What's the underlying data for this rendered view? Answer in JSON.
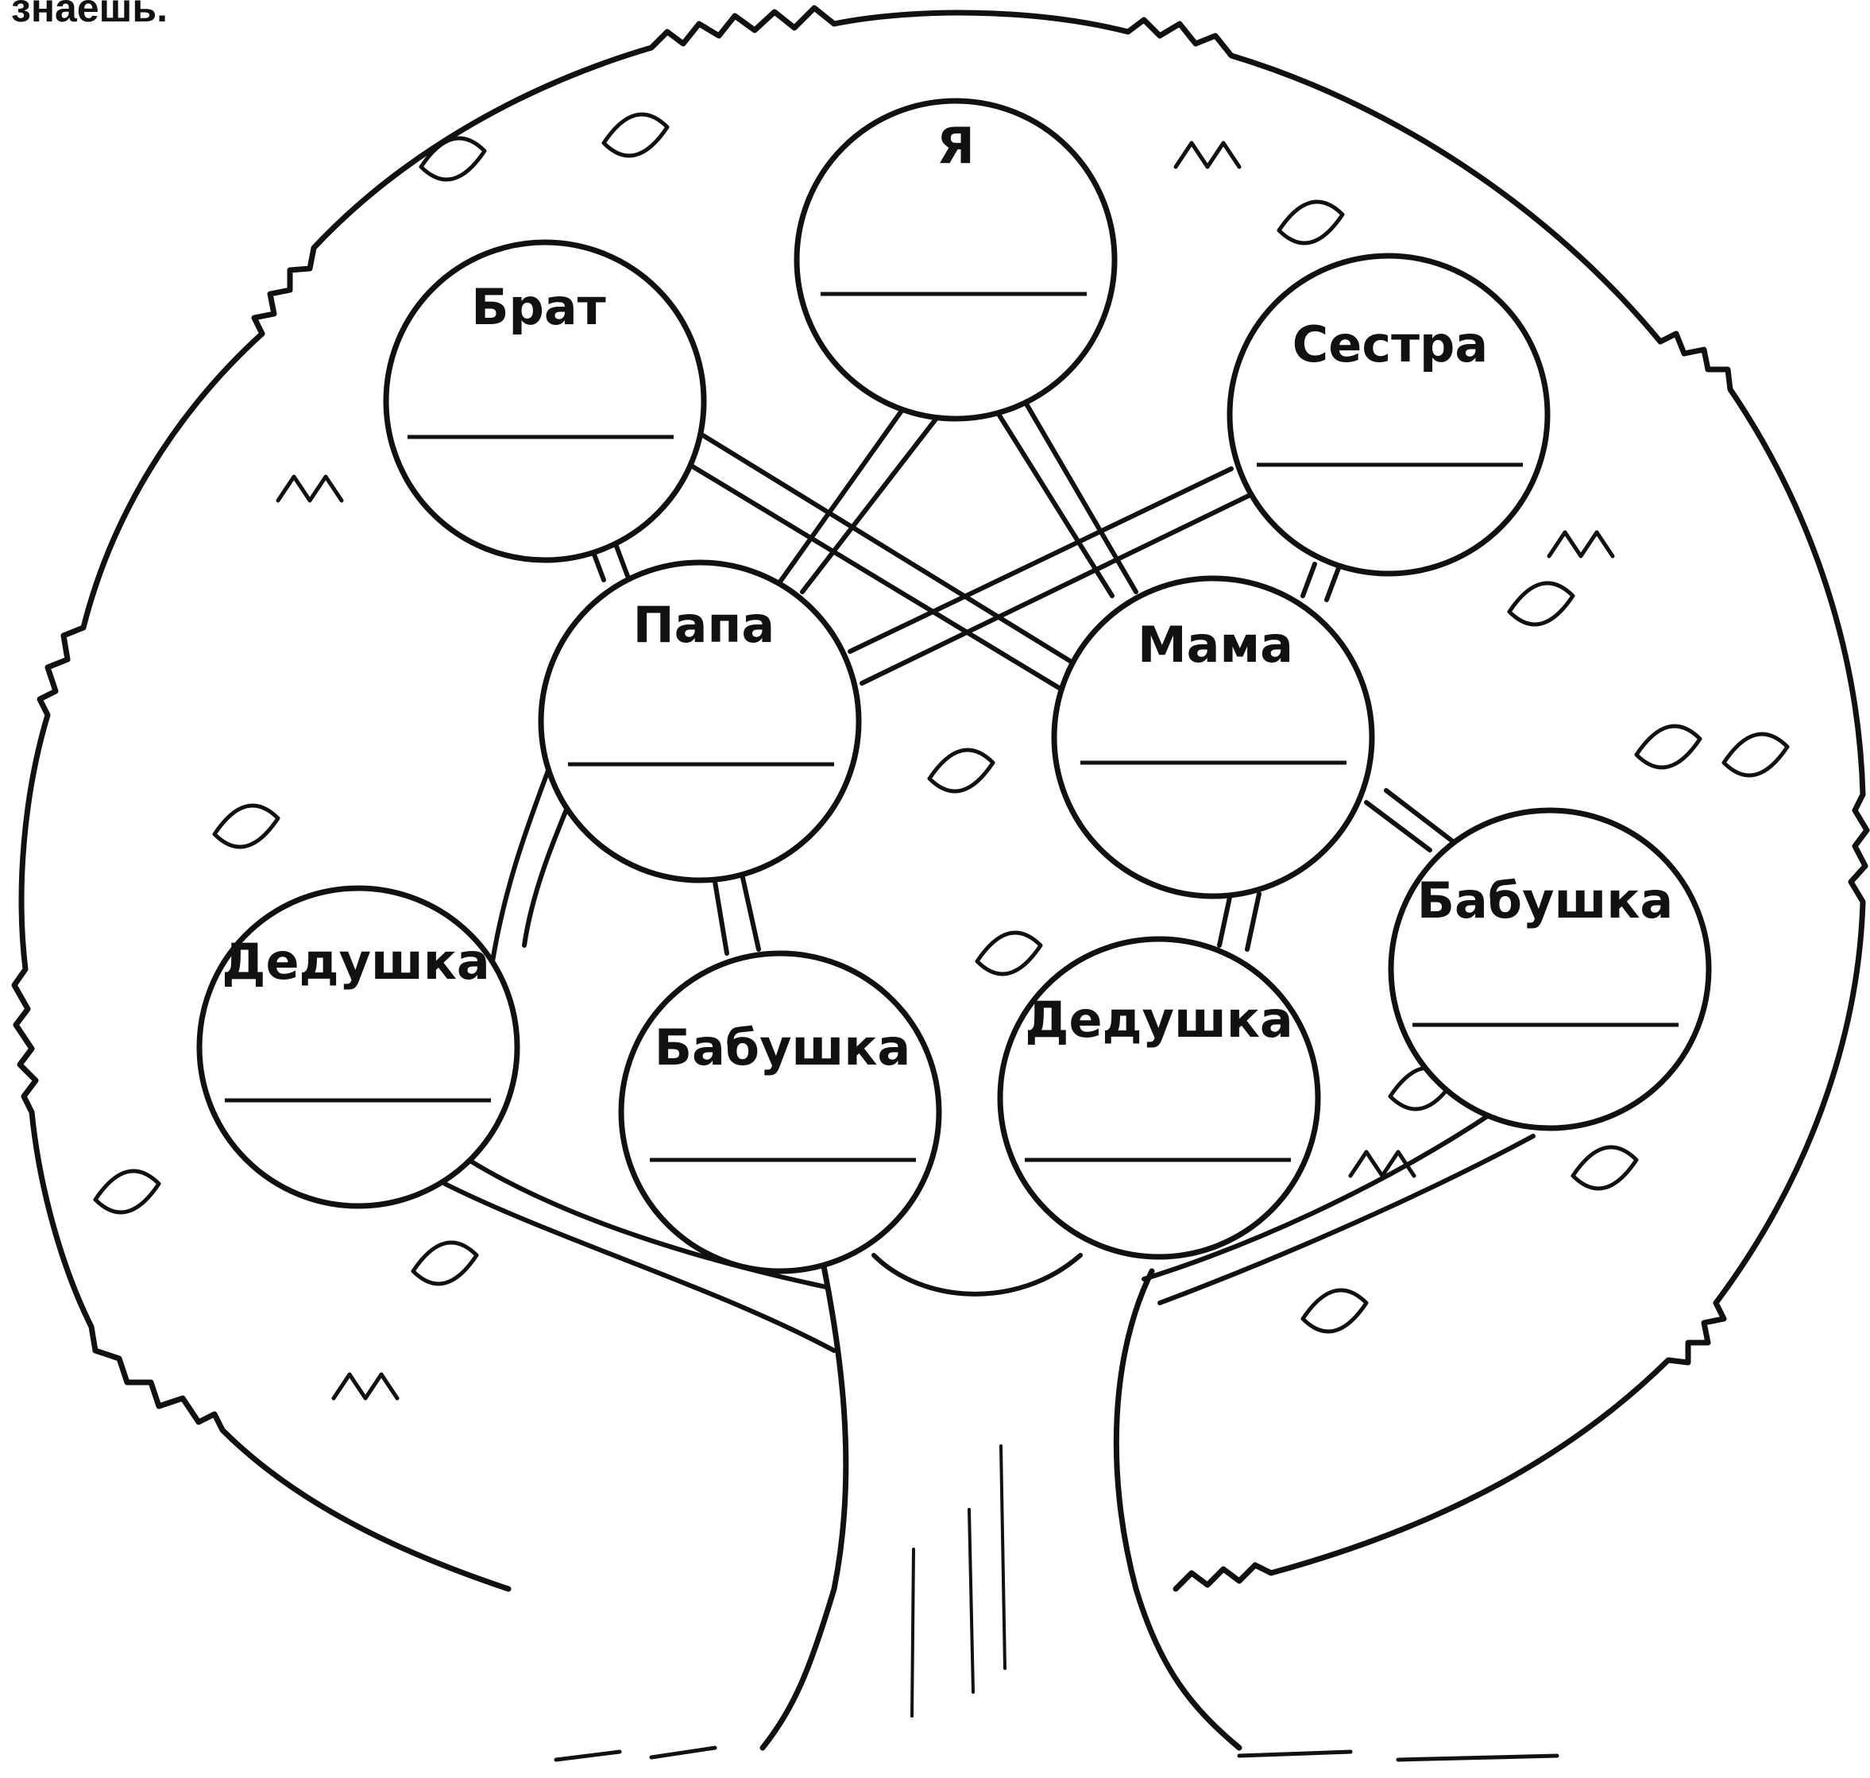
{
  "header": {
    "text": "знаешь."
  },
  "tree": {
    "nodes": [
      {
        "id": "me",
        "label": "Я"
      },
      {
        "id": "brother",
        "label": "Брат"
      },
      {
        "id": "sister",
        "label": "Сестра"
      },
      {
        "id": "dad",
        "label": "Папа"
      },
      {
        "id": "mom",
        "label": "Мама"
      },
      {
        "id": "grandpa-paternal",
        "label": "Дедушка"
      },
      {
        "id": "grandma-paternal",
        "label": "Бабушка"
      },
      {
        "id": "grandpa-maternal",
        "label": "Дедушка"
      },
      {
        "id": "grandma-maternal",
        "label": "Бабушка"
      }
    ],
    "colors": {
      "ink": "#111111",
      "paper": "#ffffff"
    }
  }
}
